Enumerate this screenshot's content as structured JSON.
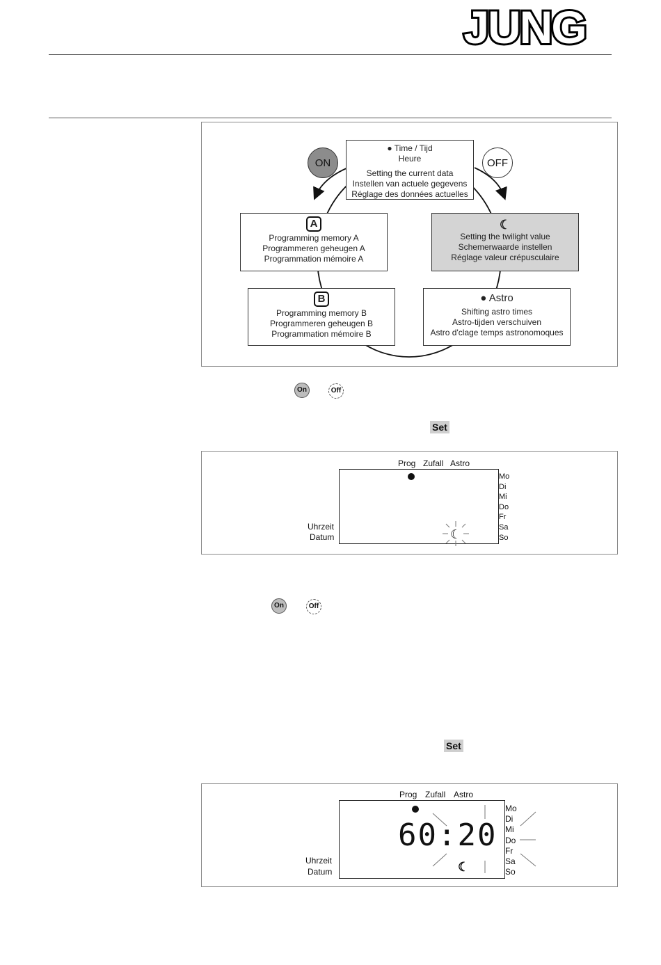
{
  "brand": {
    "logo_text": "JUNG"
  },
  "diagram": {
    "on_label": "ON",
    "off_label": "OFF",
    "time_box": {
      "title": "Time / Tijd",
      "subtitle": "Heure",
      "lines": [
        "Setting the current data",
        "Instellen van actuele gegevens",
        "Réglage des données actuelles"
      ]
    },
    "memory_a": {
      "letter": "A",
      "lines": [
        "Programming memory A",
        "Programmeren geheugen A",
        "Programmation mémoire A"
      ]
    },
    "twilight": {
      "icon": "moon-icon",
      "lines": [
        "Setting the twilight value",
        "Schemerwaarde instellen",
        "Réglage valeur crépusculaire"
      ]
    },
    "memory_b": {
      "letter": "B",
      "lines": [
        "Programming memory B",
        "Programmeren geheugen B",
        "Programmation mémoire B"
      ]
    },
    "astro": {
      "title": "Astro",
      "lines": [
        "Shifting astro times",
        "Astro-tijden verschuiven",
        "Astro d'clage temps astronomoques"
      ]
    }
  },
  "buttons": {
    "on": "On",
    "off": "Off",
    "set": "Set"
  },
  "display1": {
    "top_labels": [
      "Prog",
      "Zufall",
      "Astro"
    ],
    "left_labels": [
      "Uhrzeit",
      "Datum"
    ],
    "days": [
      "Mo",
      "Di",
      "Mi",
      "Do",
      "Fr",
      "Sa",
      "So"
    ]
  },
  "display2": {
    "top_labels": [
      "Prog",
      "Zufall",
      "Astro"
    ],
    "left_labels": [
      "Uhrzeit",
      "Datum"
    ],
    "days": [
      "Mo",
      "Di",
      "Mi",
      "Do",
      "Fr",
      "Sa",
      "So"
    ],
    "value": "60:20"
  }
}
